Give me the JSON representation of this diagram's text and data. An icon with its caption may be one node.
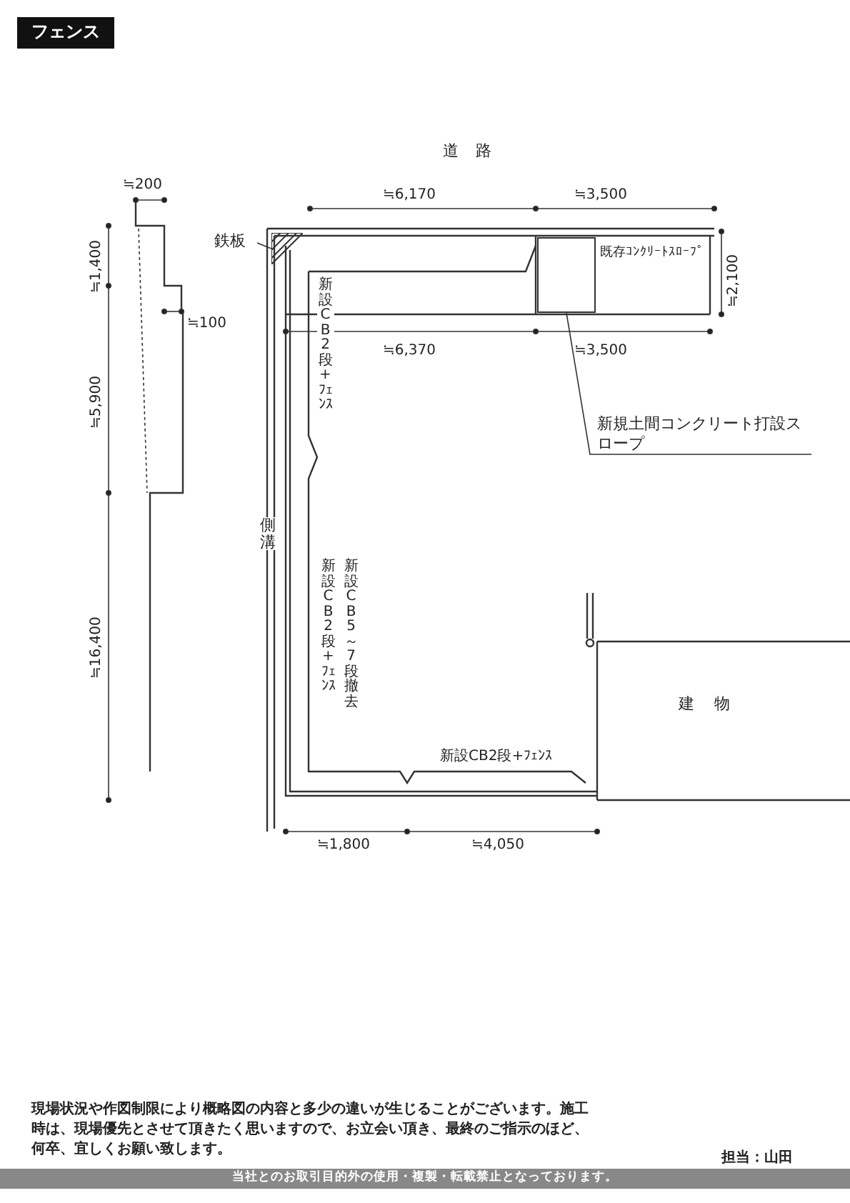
{
  "diagram": {
    "title": "フェンス",
    "nodes": [
      {
        "text": [
          "既存ｺﾝｸﾘｰﾄｽﾛｰﾌﾟ"
        ]
      },
      {
        "text": [
          "建物"
        ]
      },
      {
        "text": [
          "鉄板"
        ]
      },
      {
        "text": [],
        "shape": "triangle"
      },
      {
        "text": [
          "新規土間コンクリート打設スロープ"
        ]
      },
      {
        "text": [],
        "shape": "box"
      }
    ],
    "edges": [
      {
        "from": 2,
        "to": 3,
        "arrow": "none"
      },
      {
        "from": 4,
        "to": 5,
        "arrow": "none"
      }
    ],
    "labels": [
      "道路",
      "≒200",
      "≒6,170",
      "≒3,500",
      "≒1,400",
      "≒100",
      "≒2,100",
      "新設CB2段+ﾌｪﾝｽ",
      "≒6,370",
      "≒3,500",
      "≒5,900",
      "側溝",
      "新設CB2段+ﾌｪﾝｽ",
      "新設CB5～7段撤去",
      "≒16,400",
      "新設CB2段+ﾌｪﾝｽ",
      "≒1,800",
      "≒4,050",
      "現場状況や作図制限により概略図の内容と多少の違いが生じることがございます。施工時は、現場優先とさせて頂きたく思いますので、お立会い頂き、最終のご指示のほど、何卒、宜しくお願い致します。",
      "担当：山田",
      "当社とのお取引目的外の使用・複製・転載禁止となっております。"
    ]
  }
}
